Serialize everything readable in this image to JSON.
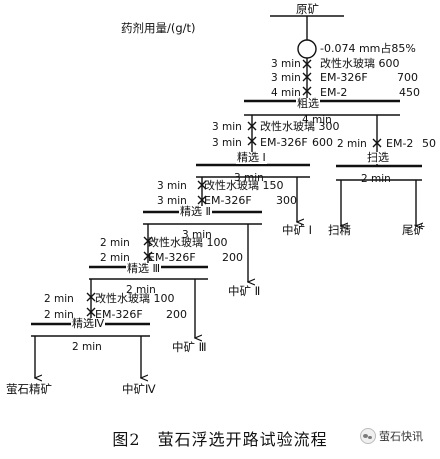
{
  "header": {
    "dosage_label": "药剂用量/(g/t)",
    "raw_ore": "原矿",
    "grind": "-0.074 mm占85%"
  },
  "stage0": {
    "t1": "3 min",
    "r1": "改性水玻璃 600",
    "t2": "3 min",
    "r2": "EM-326F",
    "v2": "700",
    "t3": "4 min",
    "r3": "EM-2",
    "v3": "450"
  },
  "rougher": {
    "label": "粗选",
    "time": "4 min"
  },
  "stage1": {
    "t1": "3 min",
    "r1": "改性水玻璃 300",
    "t2": "3 min",
    "r2": "EM-326F",
    "v2": "600"
  },
  "scav": {
    "t": "2 min",
    "r": "EM-2",
    "v": "50",
    "label": "扫选",
    "time": "2 min"
  },
  "cleaner1": {
    "label": "精选 Ⅰ",
    "time": "3 min"
  },
  "stage2": {
    "t1": "3 min",
    "r1": "改性水玻璃 150",
    "t2": "3 min",
    "r2": "EM-326F",
    "v2": "300"
  },
  "cleaner2": {
    "label": "精选 Ⅱ",
    "time": "3 min"
  },
  "stage3": {
    "t1": "2 min",
    "r1": "改性水玻璃 100",
    "t2": "2 min",
    "r2": "EM-326F",
    "v2": "200"
  },
  "cleaner3": {
    "label": "精选 Ⅲ",
    "time": "2 min"
  },
  "stage4": {
    "t1": "2 min",
    "r1": "改性水玻璃 100",
    "t2": "2 min",
    "r2": "EM-326F",
    "v2": "200"
  },
  "cleaner4": {
    "label": "精选Ⅳ",
    "time": "2 min"
  },
  "products": {
    "middling1": "中矿 Ⅰ",
    "scav_conc": "扫精",
    "tailings": "尾矿",
    "middling2": "中矿 Ⅱ",
    "middling3": "中矿 Ⅲ",
    "fluorite_conc": "萤石精矿",
    "middling4": "中矿Ⅳ"
  },
  "caption": "图2　萤石浮选开路试验流程",
  "watermark": "萤石快讯"
}
